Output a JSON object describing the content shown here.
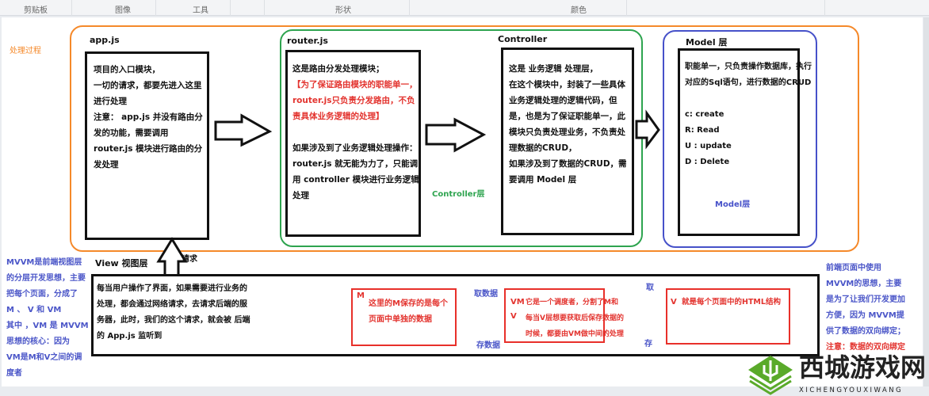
{
  "toolbar": {
    "groups": [
      "剪贴板",
      "图像",
      "工具",
      "形状",
      "颜色"
    ]
  },
  "diagram": {
    "process_label": "处理过程",
    "appjs": {
      "title": "app.js",
      "lines": [
        "项目的入口模块，",
        "一切的请求，都要先进入这里",
        "进行处理",
        "注意： app.js 并没有路由分",
        "发的功能，需要调用",
        "router.js 模块进行路由的分",
        "发处理"
      ]
    },
    "router": {
      "title": "router.js",
      "lines": [
        "这是路由分发处理模块；"
      ],
      "red_lines": [
        "【为了保证路由模块的职能单一，",
        "router.js只负责分发路由，不负",
        "责具体业务逻辑的处理】"
      ],
      "lines2": [
        "如果涉及到了业务逻辑处理操作：",
        "router.js 就无能为力了，只能调",
        "用 controller 模块进行业务逻辑",
        "处理"
      ]
    },
    "controller": {
      "title": "Controller",
      "layer_label": "Controller层",
      "lines": [
        "这是 业务逻辑 处理层，",
        "在这个模块中，封装了一些具体",
        "业务逻辑处理的逻辑代码，但",
        "是，也是为了保证职能单一，此",
        "模块只负责处理业务，不负责处",
        "理数据的CRUD，",
        "如果涉及到了数据的CRUD，需",
        "要调用 Model 层"
      ]
    },
    "model": {
      "title": "Model 层",
      "layer_label": "Model层",
      "lines": [
        "职能单一，只负责操作数据库，执行",
        "对应的Sql语句，进行数据的CRUD"
      ],
      "crud": [
        "c:  create",
        "R: Read",
        "U : update",
        "D : Delete"
      ]
    },
    "view": {
      "title": "View 视图层",
      "request_label": "请求",
      "lines": [
        "每当用户操作了界面，如果需要进行业务的",
        "处理，都会通过网络请求，去请求后端的服",
        "务器，此时，我们的这个请求，就会被 后端",
        "的 App.js 监听到"
      ]
    },
    "mvvm": {
      "m": {
        "tag": "M",
        "lines": [
          "这里的M保存的是每个",
          "页面中单独的数据"
        ]
      },
      "vm": {
        "tag": "VM",
        "tag2": "V",
        "lines": [
          "它是一个调度者，分割了M和",
          "每当V层想要获取后保存数据的",
          "时候，都要由VM做中间的处理"
        ]
      },
      "v": {
        "tag": "V",
        "text": "就是每个页面中的HTML结构"
      },
      "fetch_data": "取数据",
      "store_data": "存数据",
      "fetch": "取",
      "store": "存"
    },
    "left_note": [
      "MVVM是前端视图层",
      "的分层开发思想，主要",
      "把每个页面，分成了",
      "M 、 V 和 VM",
      "其中 ，VM 是 MVVM",
      "思想的核心：因为",
      "VM是M和V之间的调",
      "度者"
    ],
    "right_note": [
      "前端页面中使用",
      "MVVM的思想，主要",
      "是为了让我们开发更加",
      "方便，因为 MVVM提",
      "供了数据的双向绑定；"
    ],
    "right_note_red": "注意：数据的双向绑定"
  },
  "watermark": {
    "name": "西城游戏网",
    "pinyin": "XICHENGYOUXIWANG"
  },
  "colors": {
    "orange": "#f5892a",
    "green": "#2ea44f",
    "blue": "#4651c9",
    "red": "#e8302a"
  }
}
